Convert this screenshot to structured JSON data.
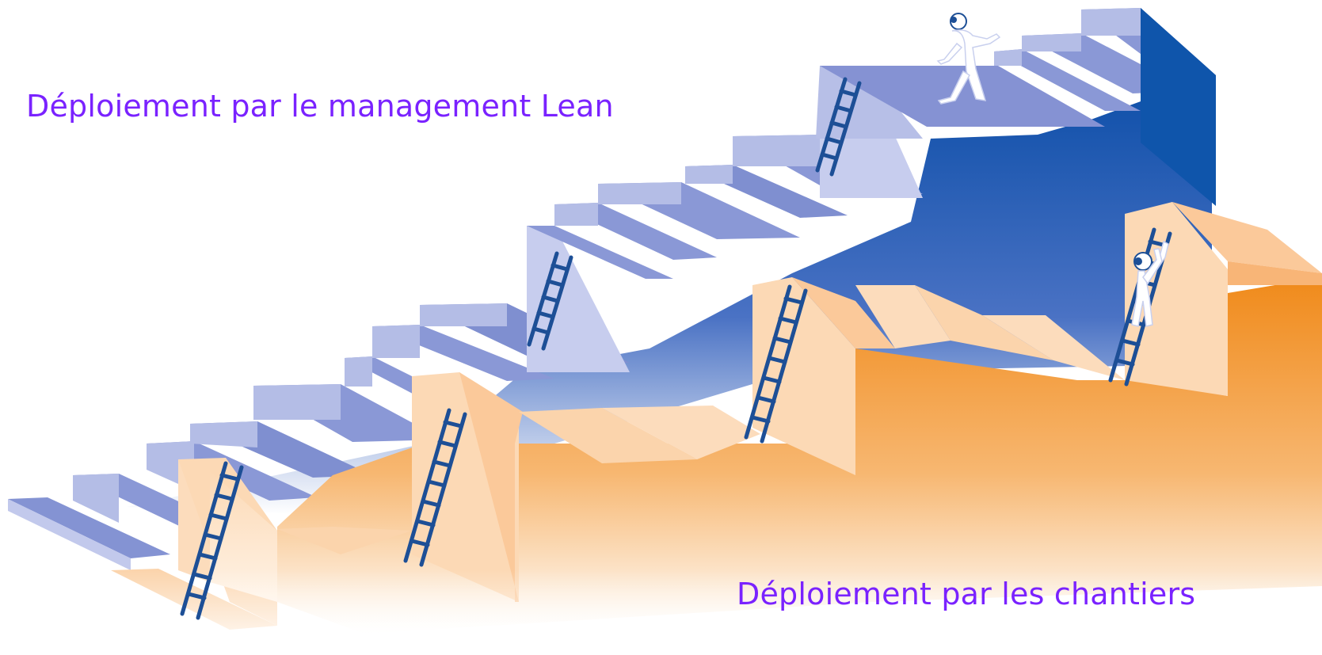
{
  "captions": {
    "top": "Déploiement par le management Lean",
    "bottom": "Déploiement par les chantiers"
  },
  "colors": {
    "caption_text": "#7a22ff",
    "blue_stair_top": "#8a98d6",
    "blue_stair_riser": "#b4bde6",
    "blue_wall": "#1f56a8",
    "orange_wall": "#f4931f",
    "orange_facet": "#fbd6b0",
    "ladder": "#1d4f96",
    "figure": "#ffffff"
  },
  "scene": {
    "tiers": [
      "management-lean",
      "chantiers"
    ],
    "ladder_count": 6,
    "figure_count": 2
  }
}
